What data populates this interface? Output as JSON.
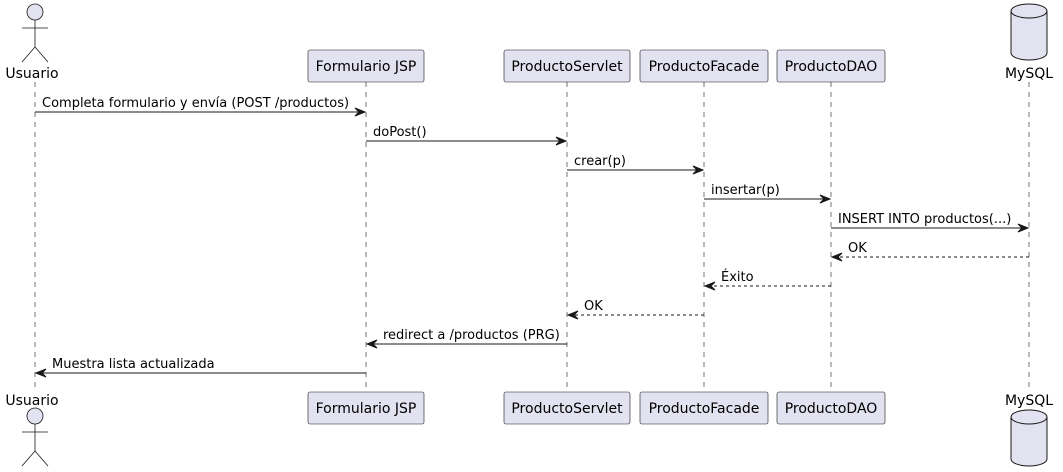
{
  "participants": [
    {
      "id": "usuario",
      "label": "Usuario",
      "kind": "actor"
    },
    {
      "id": "jsp",
      "label": "Formulario JSP",
      "kind": "box"
    },
    {
      "id": "servlet",
      "label": "ProductoServlet",
      "kind": "box"
    },
    {
      "id": "facade",
      "label": "ProductoFacade",
      "kind": "box"
    },
    {
      "id": "dao",
      "label": "ProductoDAO",
      "kind": "box"
    },
    {
      "id": "mysql",
      "label": "MySQL",
      "kind": "database"
    }
  ],
  "messages": [
    {
      "from": "usuario",
      "to": "jsp",
      "text": "Completa formulario y envía (POST /productos)",
      "style": "solid"
    },
    {
      "from": "jsp",
      "to": "servlet",
      "text": "doPost()",
      "style": "solid"
    },
    {
      "from": "servlet",
      "to": "facade",
      "text": "crear(p)",
      "style": "solid"
    },
    {
      "from": "facade",
      "to": "dao",
      "text": "insertar(p)",
      "style": "solid"
    },
    {
      "from": "dao",
      "to": "mysql",
      "text": "INSERT INTO productos(...)",
      "style": "solid"
    },
    {
      "from": "mysql",
      "to": "dao",
      "text": "OK",
      "style": "dashed"
    },
    {
      "from": "dao",
      "to": "facade",
      "text": "Éxito",
      "style": "dashed"
    },
    {
      "from": "facade",
      "to": "servlet",
      "text": "OK",
      "style": "dashed"
    },
    {
      "from": "servlet",
      "to": "jsp",
      "text": "redirect a /productos (PRG)",
      "style": "solid"
    },
    {
      "from": "jsp",
      "to": "usuario",
      "text": "Muestra lista actualizada",
      "style": "solid"
    }
  ],
  "colors": {
    "participant_fill": "#E2E2F0",
    "participant_stroke": "#181818",
    "lifeline": "#181818",
    "arrow": "#181818"
  }
}
